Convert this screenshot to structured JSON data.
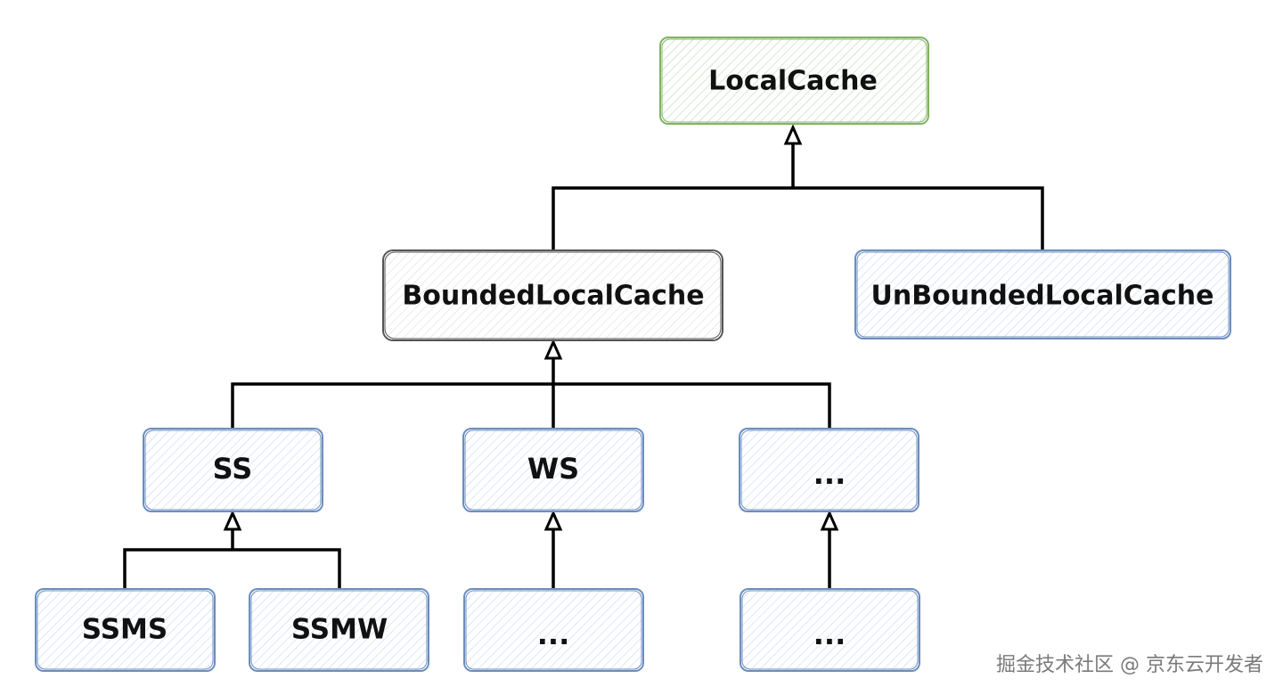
{
  "colors": {
    "root_stroke": "#82b366",
    "root_fill": "#d5e8d4",
    "blue_stroke": "#6c8ebf",
    "blue_fill": "#dae8fc",
    "gray_stroke": "#555555",
    "gray_fill": "#eeeeee",
    "connector": "#000000",
    "text": "#111111"
  },
  "nodes": {
    "local_cache": "LocalCache",
    "bounded": "BoundedLocalCache",
    "unbounded": "UnBoundedLocalCache",
    "ss": "SS",
    "ws": "WS",
    "more_mid": "...",
    "ssms": "SSMS",
    "ssmw": "SSMW",
    "ws_child": "...",
    "more_child": "..."
  },
  "watermark": "掘金技术社区 @ 京东云开发者"
}
